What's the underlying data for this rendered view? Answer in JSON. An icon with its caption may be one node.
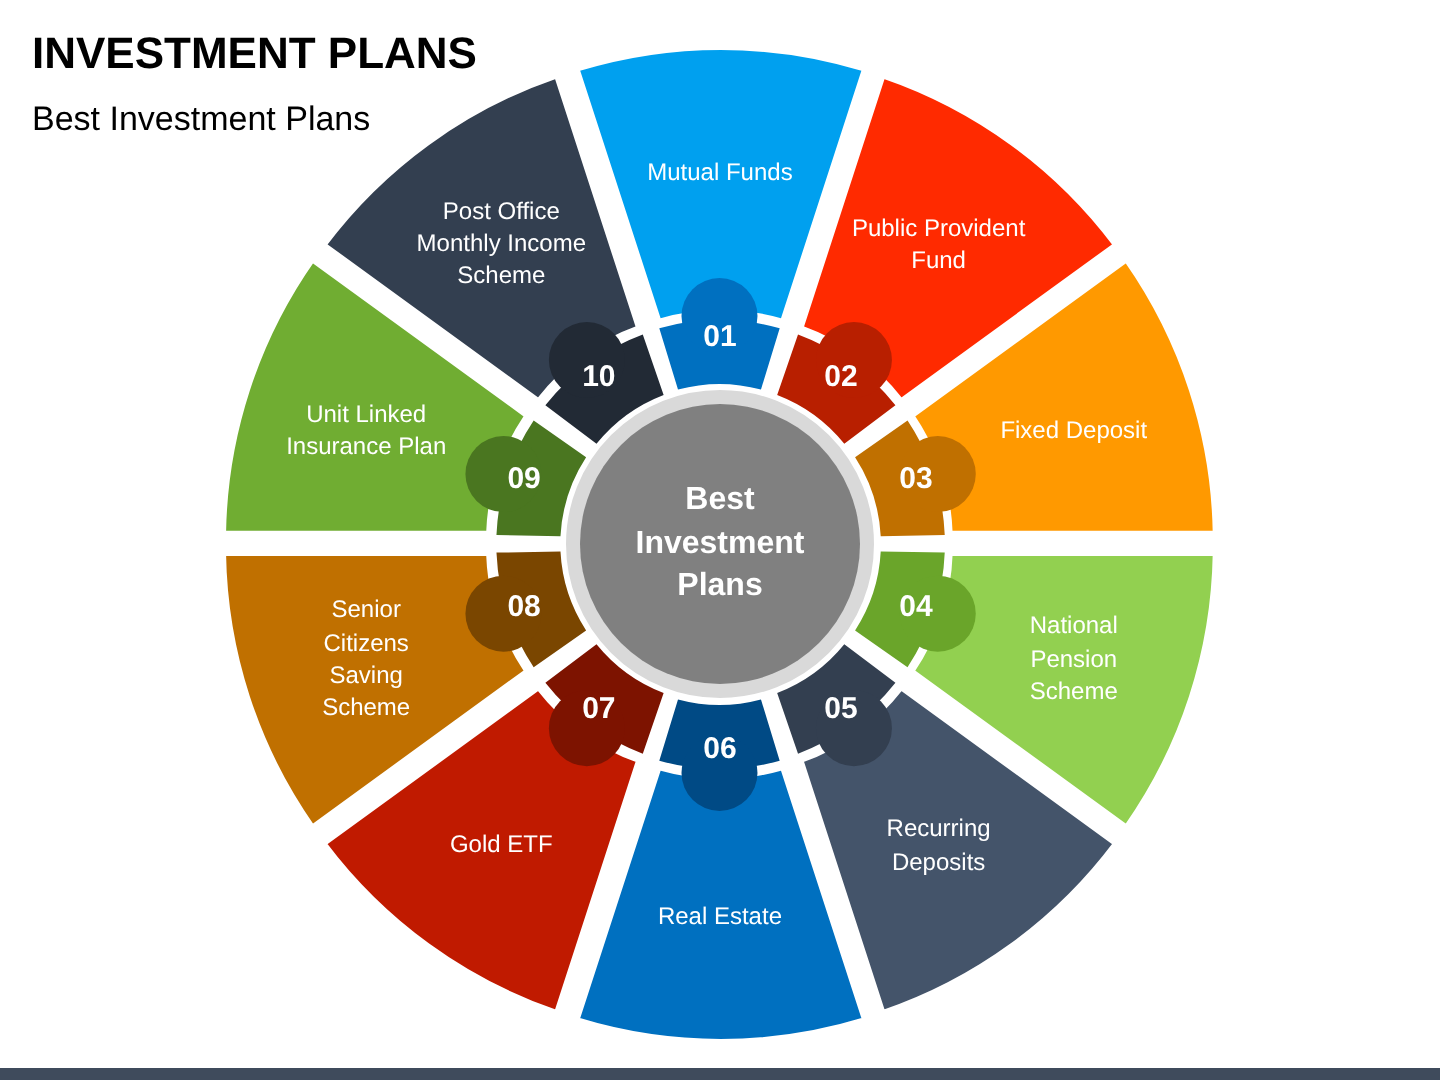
{
  "diagram": {
    "nodes": [
      {
        "text": [
          "Best Investment Plans"
        ]
      },
      {
        "text": [
          "Mutual Funds"
        ]
      },
      {
        "text": [
          "Public Provident Fund"
        ]
      },
      {
        "text": [
          "Fixed Deposit"
        ]
      },
      {
        "text": [
          "National Pension Scheme"
        ]
      },
      {
        "text": [
          "Recurring Deposits"
        ]
      },
      {
        "text": [
          "Real Estate"
        ]
      },
      {
        "text": [
          "Gold ETF"
        ]
      },
      {
        "text": [
          "Senior Citizens Saving Scheme"
        ]
      },
      {
        "text": [
          "Unit Linked Insurance Plan"
        ]
      },
      {
        "text": [
          "Post Office Monthly Income Scheme"
        ]
      },
      {
        "text": [
          "01"
        ]
      },
      {
        "text": [
          "02"
        ]
      },
      {
        "text": [
          "03"
        ]
      },
      {
        "text": [
          "04"
        ]
      },
      {
        "text": [
          "05"
        ]
      },
      {
        "text": [
          "06"
        ]
      },
      {
        "text": [
          "07"
        ]
      },
      {
        "text": [
          "08"
        ]
      },
      {
        "text": [
          "09"
        ]
      },
      {
        "text": [
          "10"
        ]
      }
    ],
    "labels": [
      "INVESTMENT PLANS",
      "Best Investment Plans"
    ]
  }
}
